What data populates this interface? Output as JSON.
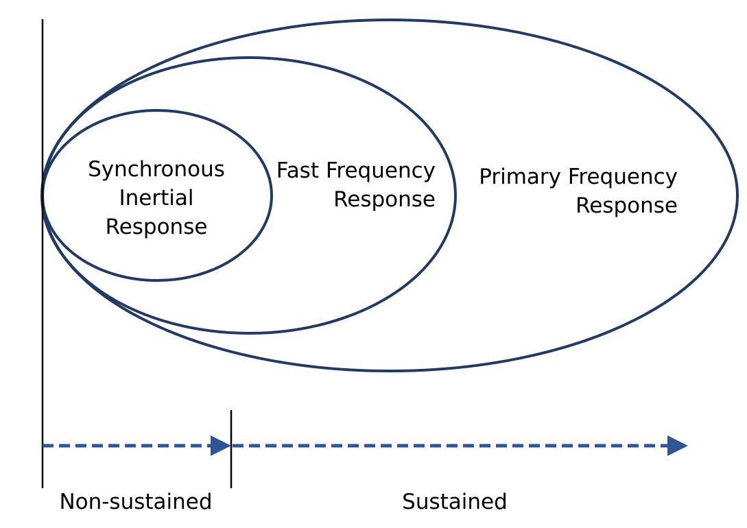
{
  "colors": {
    "ellipse_stroke": "#213a64",
    "arrow": "#2f5597",
    "divider": "#000000",
    "text": "#000000"
  },
  "sets": {
    "outer": {
      "lines": [
        "Primary Frequency",
        "Response"
      ]
    },
    "middle": {
      "lines": [
        "Fast Frequency",
        "Response"
      ]
    },
    "inner": {
      "lines": [
        "Synchronous",
        "Inertial",
        "Response"
      ]
    }
  },
  "timeline": {
    "non_sustained_label": "Non-sustained",
    "sustained_label": "Sustained"
  }
}
